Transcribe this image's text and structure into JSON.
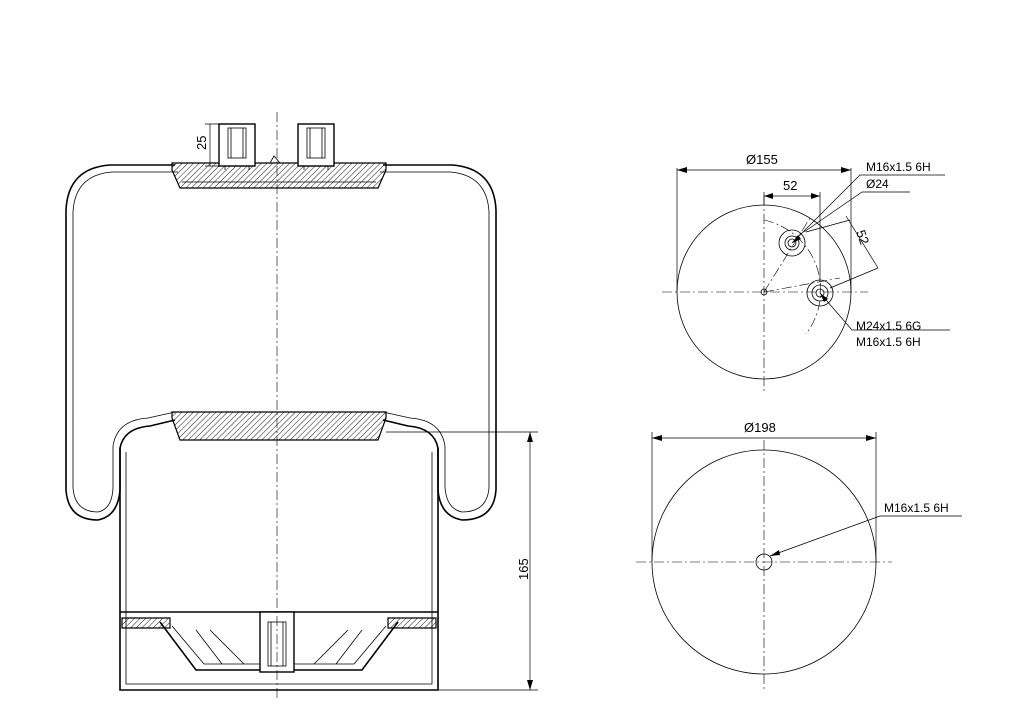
{
  "side_view": {
    "dim_stud_height": "25",
    "dim_piston_height": "165"
  },
  "top_view": {
    "dim_diameter": "Ø155",
    "dim_offset_x": "52",
    "dim_offset_diag": "52",
    "dim_boss_diameter": "Ø24",
    "thread_top": "M16x1.5 6H",
    "thread_combo_1": "M24x1.5 6G",
    "thread_combo_2": "M16x1.5 6H"
  },
  "bottom_view": {
    "dim_diameter": "Ø198",
    "thread_center": "M16x1.5 6H"
  }
}
